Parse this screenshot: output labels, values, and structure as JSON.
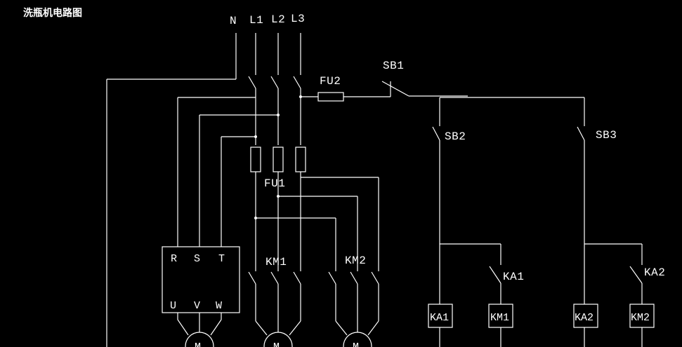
{
  "title": "洗瓶机电路图",
  "supply": {
    "n": "N",
    "l1": "L1",
    "l2": "L2",
    "l3": "L3"
  },
  "fuses": {
    "fu1": "FU1",
    "fu2": "FU2"
  },
  "buttons": {
    "sb1": "SB1",
    "sb2": "SB2",
    "sb3": "SB3"
  },
  "inverter": {
    "r": "R",
    "s": "S",
    "t": "T",
    "u": "U",
    "v": "V",
    "w": "W"
  },
  "contactors": {
    "km1": "KM1",
    "km2": "KM2"
  },
  "relays": {
    "ka1": "KA1",
    "ka2": "KA2"
  },
  "coils": {
    "ka1": "KA1",
    "km1": "KM1",
    "ka2": "KA2",
    "km2": "KM2"
  },
  "motor": {
    "label": "M"
  }
}
